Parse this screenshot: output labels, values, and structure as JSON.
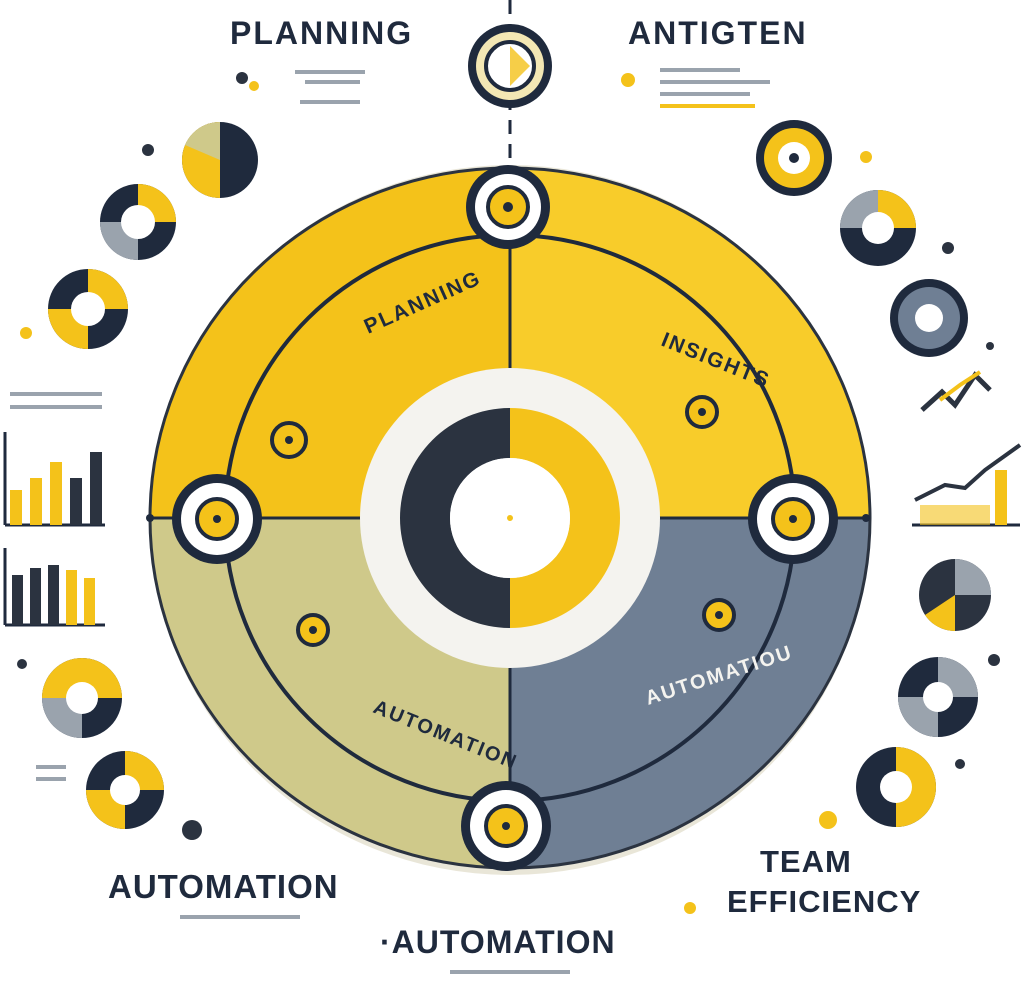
{
  "colors": {
    "yellow": "#f4c21a",
    "yellow_light": "#f8d23a",
    "olive": "#cfc98a",
    "slate": "#6f7f94",
    "navy": "#2b3340",
    "ink": "#1f2a3d",
    "cream": "#f3efe2",
    "gray_light": "#d6d8da"
  },
  "header": {
    "left_title": "PLANNING",
    "right_title": "ANTIGTEN"
  },
  "wheel": {
    "segments": [
      {
        "label": "PLANNING"
      },
      {
        "label": "INSIGHTS"
      },
      {
        "label": "AUTOMATION"
      },
      {
        "label": "AUTOMATIOU"
      }
    ]
  },
  "footer": {
    "left_label": "AUTOMATION",
    "center_label": "·AUTOMATION",
    "right_label_line1": "TEAM",
    "right_label_line2": "EFFICIENCY"
  },
  "icons": [
    "donut-chart-icon",
    "target-icon",
    "bar-chart-icon",
    "line-chart-icon",
    "pie-chart-icon"
  ]
}
